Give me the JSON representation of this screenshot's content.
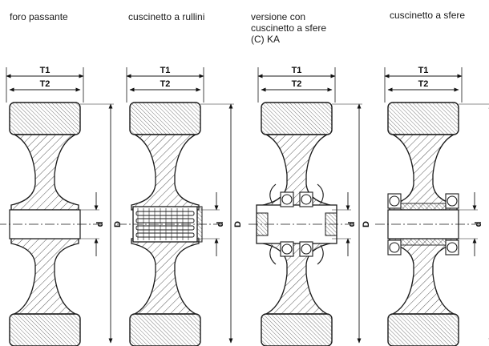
{
  "variants": [
    {
      "lines": [
        "foro passante"
      ]
    },
    {
      "lines": [
        "cuscinetto a rullini"
      ]
    },
    {
      "lines": [
        "versione con",
        "cuscinetto a sfere",
        "(C) KA"
      ]
    },
    {
      "lines": [
        "cuscinetto a sfere"
      ]
    }
  ],
  "dimension_labels": {
    "t1": "T1",
    "t2": "T2",
    "d_small": "d",
    "d_large": "D"
  },
  "colors": {
    "line": "#1a1a1a",
    "hatch": "#444444",
    "background": "#ffffff"
  }
}
